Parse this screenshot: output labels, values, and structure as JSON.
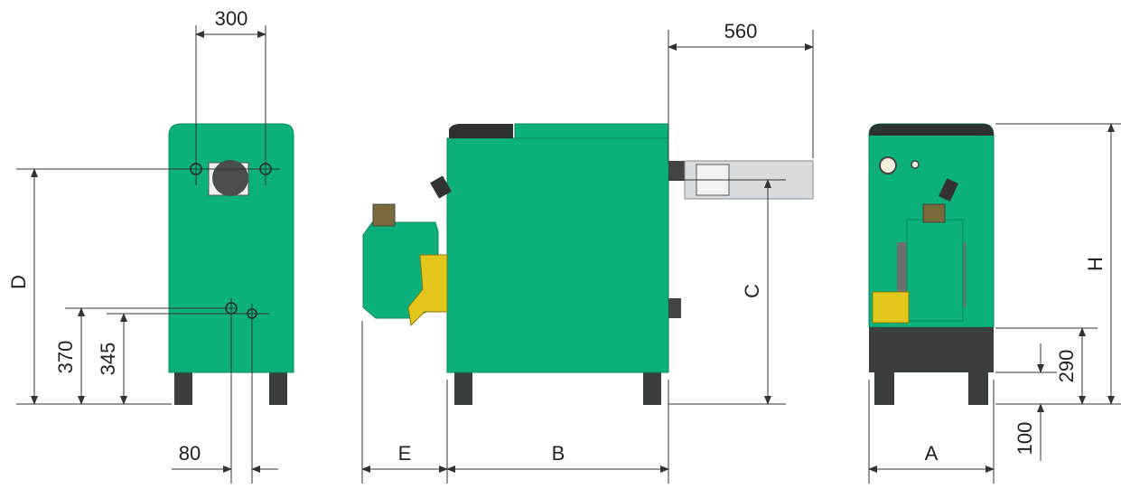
{
  "front_view": {
    "dims": {
      "top_width": "300",
      "height_D": "D",
      "dim_370": "370",
      "dim_345": "345",
      "dim_80": "80"
    }
  },
  "side_view": {
    "dims": {
      "E": "E",
      "B": "B",
      "C": "C",
      "flue_length": "560"
    }
  },
  "rear_view": {
    "dims": {
      "A": "A",
      "H": "H",
      "dim_290": "290",
      "dim_100": "100"
    }
  },
  "colors": {
    "body": "#0bb07a",
    "base": "#3a3f3c",
    "burner": "#e3c61b",
    "flue": "#d8dcde"
  }
}
